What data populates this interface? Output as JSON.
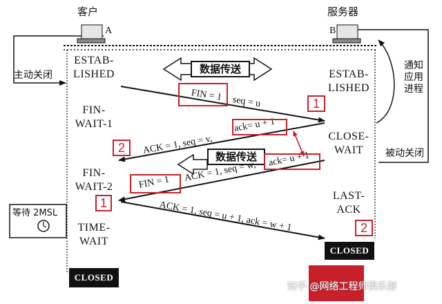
{
  "diagram": {
    "client_label": "客户",
    "server_label": "服务器",
    "host_a": "A",
    "host_b": "B",
    "client_states": {
      "established": [
        "ESTAB-",
        "LISHED"
      ],
      "fin_wait_1": [
        "FIN-",
        "WAIT-1"
      ],
      "fin_wait_2": [
        "FIN-",
        "WAIT-2"
      ],
      "time_wait": [
        "TIME-",
        "WAIT"
      ],
      "closed": "CLOSED"
    },
    "server_states": {
      "established": [
        "ESTAB-",
        "LISHED"
      ],
      "close_wait": [
        "CLOSE-",
        "WAIT"
      ],
      "last_ack": [
        "LAST-",
        "ACK"
      ],
      "closed": "CLOSED"
    },
    "side_labels": {
      "active_close": "主动关闭",
      "passive_close": "被动关闭",
      "notify_app": [
        "通知",
        "应用",
        "进程"
      ],
      "wait_2msl": "等待 2MSL"
    },
    "data_transfer_1": "数据传送",
    "data_transfer_2": "数据传送",
    "messages": {
      "m1_fin": "FIN = 1",
      "m1_seq": "seq = u",
      "m2_ack": "ACK = 1, seq = v,",
      "m2_ackno": "ack= u + 1",
      "m3_fin": "FIN = 1",
      "m3_ack": "ACK = 1, seq = w,",
      "m3_ackno": "ack= u + 1",
      "m4": "ACK = 1, seq = u + 1, ack = w + 1"
    },
    "numbers": {
      "n1": "1",
      "n2": "2",
      "n3": "1",
      "n4": "2"
    },
    "watermark": "知乎 @网络工程师俱乐部"
  }
}
